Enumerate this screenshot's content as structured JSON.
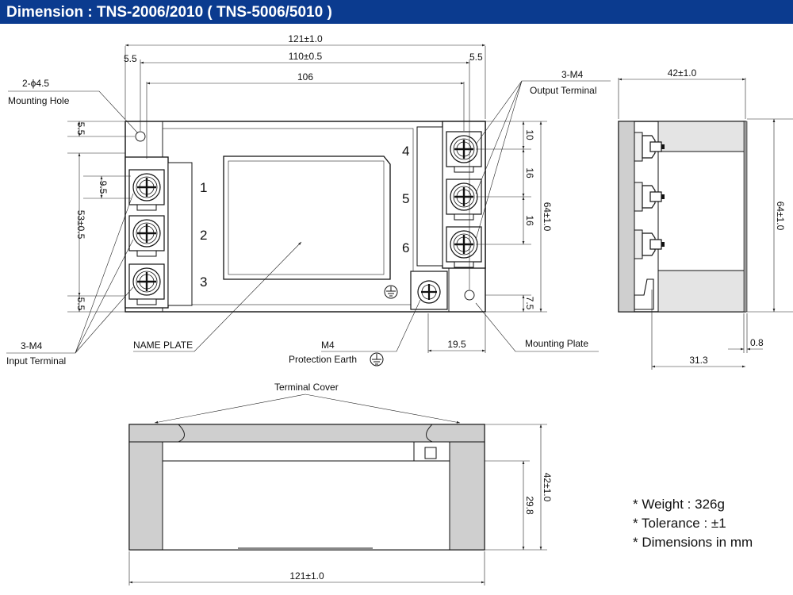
{
  "header": {
    "title": "Dimension : TNS-2006/2010  ( TNS-5006/5010 )",
    "bg_color": "#0b3b8f"
  },
  "top_view": {
    "dims": {
      "overall_width": "121±1.0",
      "hole_pitch": "110±0.5",
      "terminal_span": "106",
      "left_margin": "5.5",
      "right_margin": "5.5",
      "top_offset": "5.5",
      "bottom_offset": "5.5",
      "terminal_pitch_left": "9.5",
      "left_height": "53±0.5",
      "right_height": "64±1.0",
      "right_top": "10",
      "right_pitch1": "16",
      "right_pitch2": "16",
      "right_bottom": "7.5",
      "earth_width": "19.5"
    },
    "terminal_numbers": [
      "1",
      "2",
      "3",
      "4",
      "5",
      "6"
    ],
    "labels": {
      "mounting_hole_spec": "2-ϕ4.5",
      "mounting_hole": "Mounting Hole",
      "output_spec": "3-M4",
      "output_terminal": "Output Terminal",
      "input_spec": "3-M4",
      "input_terminal": "Input Terminal",
      "name_plate": "NAME PLATE",
      "earth_spec": "M4",
      "protection_earth": "Protection Earth",
      "mounting_plate": "Mounting Plate"
    }
  },
  "side_view": {
    "dims": {
      "depth": "42±1.0",
      "height": "64±1.0",
      "plate_thickness": "0.8",
      "base_depth": "31.3"
    }
  },
  "front_view": {
    "labels": {
      "terminal_cover": "Terminal Cover"
    },
    "dims": {
      "height": "42±1.0",
      "inner_height": "29.8",
      "width": "121±1.0"
    }
  },
  "notes": [
    "* Weight : 326g",
    "* Tolerance : ±1",
    "* Dimensions in mm"
  ]
}
